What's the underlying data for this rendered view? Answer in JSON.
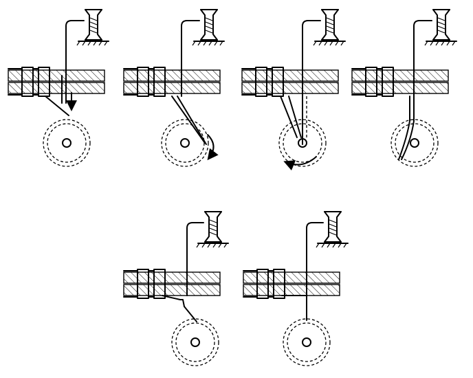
{
  "figure": {
    "description_text": "",
    "stage_count": 6,
    "stages": [
      {
        "id": 1,
        "hook_direction": "down-arrow"
      },
      {
        "id": 2,
        "hook_direction": "clockwise"
      },
      {
        "id": 3,
        "hook_direction": "counter-clockwise"
      },
      {
        "id": 4,
        "hook_direction": "none"
      },
      {
        "id": 5,
        "hook_direction": "none"
      },
      {
        "id": 6,
        "hook_direction": "none"
      }
    ]
  },
  "colors": {
    "ink": "#000000",
    "background": "#ffffff"
  },
  "icons": [
    "thread-spool-icon",
    "rotating-hook-icon",
    "fabric-layer"
  ]
}
